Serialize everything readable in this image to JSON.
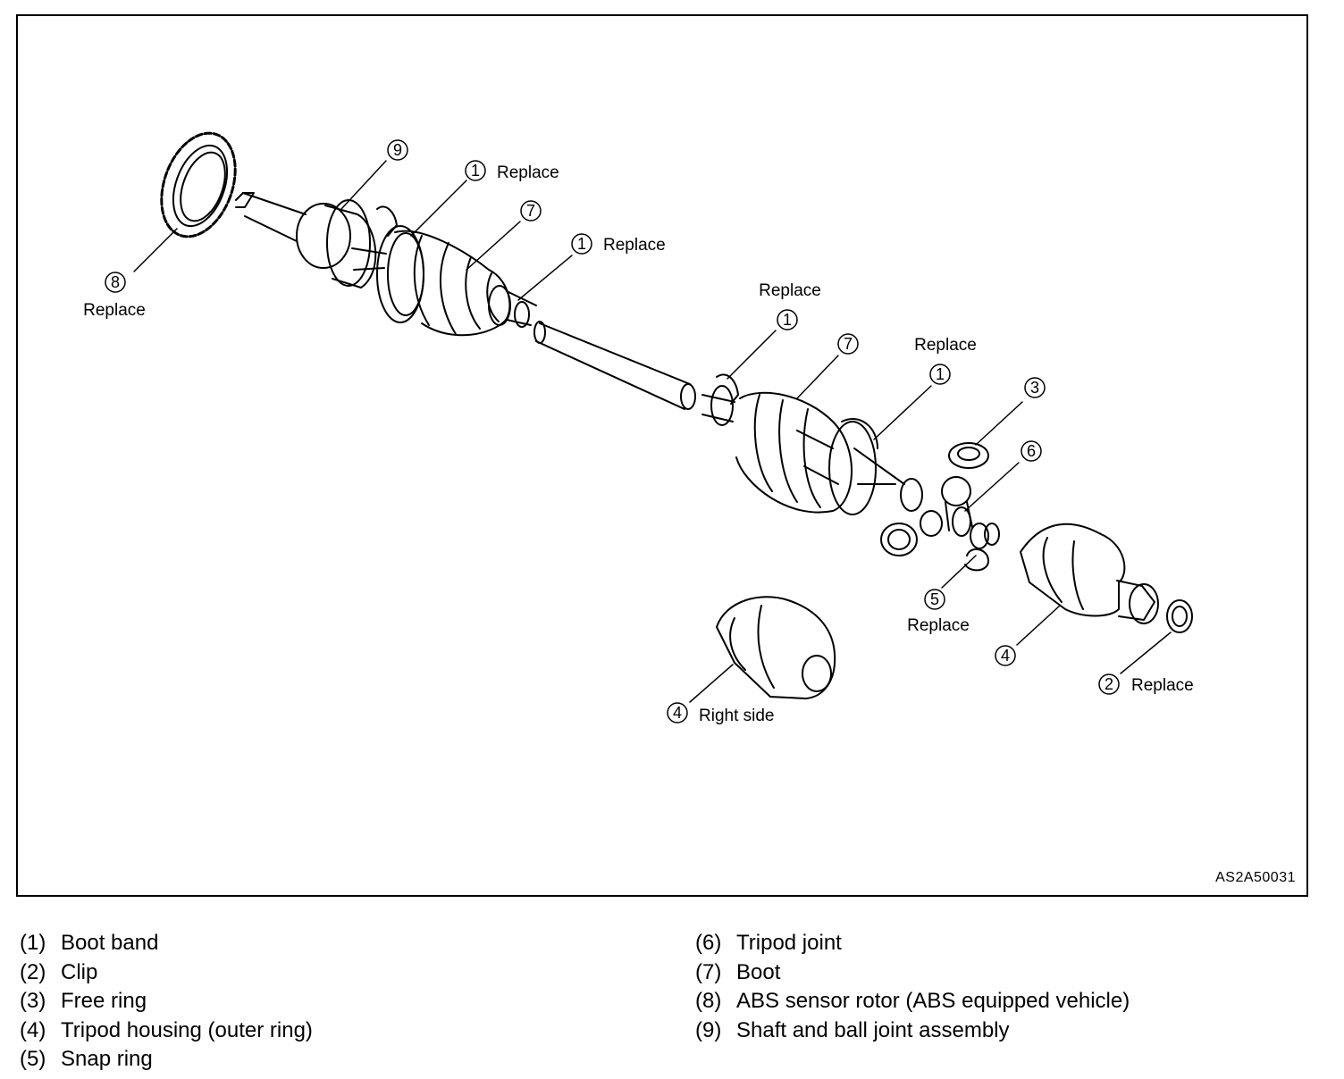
{
  "figure": {
    "code": "AS2A50031",
    "callouts": [
      {
        "num": "1",
        "text": "Replace"
      },
      {
        "num": "1",
        "text": "Replace"
      },
      {
        "num": "1",
        "text": "Replace"
      },
      {
        "num": "1",
        "text": "Replace"
      },
      {
        "num": "2",
        "text": "Replace"
      },
      {
        "num": "3",
        "text": ""
      },
      {
        "num": "4",
        "text": ""
      },
      {
        "num": "4",
        "text": "Right side"
      },
      {
        "num": "5",
        "text": "Replace"
      },
      {
        "num": "6",
        "text": ""
      },
      {
        "num": "7",
        "text": ""
      },
      {
        "num": "7",
        "text": ""
      },
      {
        "num": "8",
        "text": "Replace"
      },
      {
        "num": "9",
        "text": ""
      }
    ]
  },
  "legend": [
    {
      "num": "(1)",
      "text": "Boot band"
    },
    {
      "num": "(2)",
      "text": "Clip"
    },
    {
      "num": "(3)",
      "text": "Free ring"
    },
    {
      "num": "(4)",
      "text": "Tripod housing (outer ring)"
    },
    {
      "num": "(5)",
      "text": "Snap ring"
    },
    {
      "num": "(6)",
      "text": "Tripod joint"
    },
    {
      "num": "(7)",
      "text": "Boot"
    },
    {
      "num": "(8)",
      "text": "ABS sensor rotor (ABS equipped vehicle)"
    },
    {
      "num": "(9)",
      "text": "Shaft and ball joint assembly"
    }
  ]
}
